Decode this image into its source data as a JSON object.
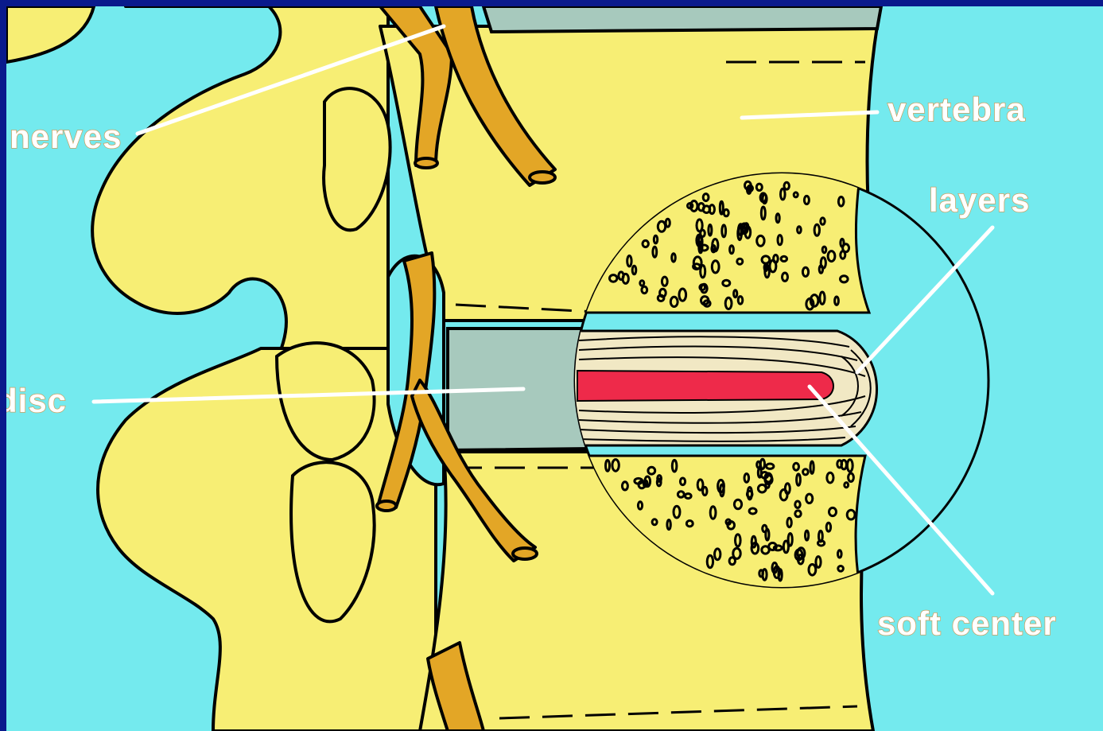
{
  "labels": {
    "nerves": "nerves",
    "vertebra": "vertebra",
    "layers": "layers",
    "disc": "disc",
    "soft_center": "soft center"
  },
  "colors": {
    "frame": "#0a1a8c",
    "background": "#74eaee",
    "bone": "#f7ee74",
    "nerve": "#e3a626",
    "disc": "#a7c9bd",
    "soft_center": "#ee2a4a",
    "outline": "#000000",
    "label_text": "#ffffff"
  }
}
